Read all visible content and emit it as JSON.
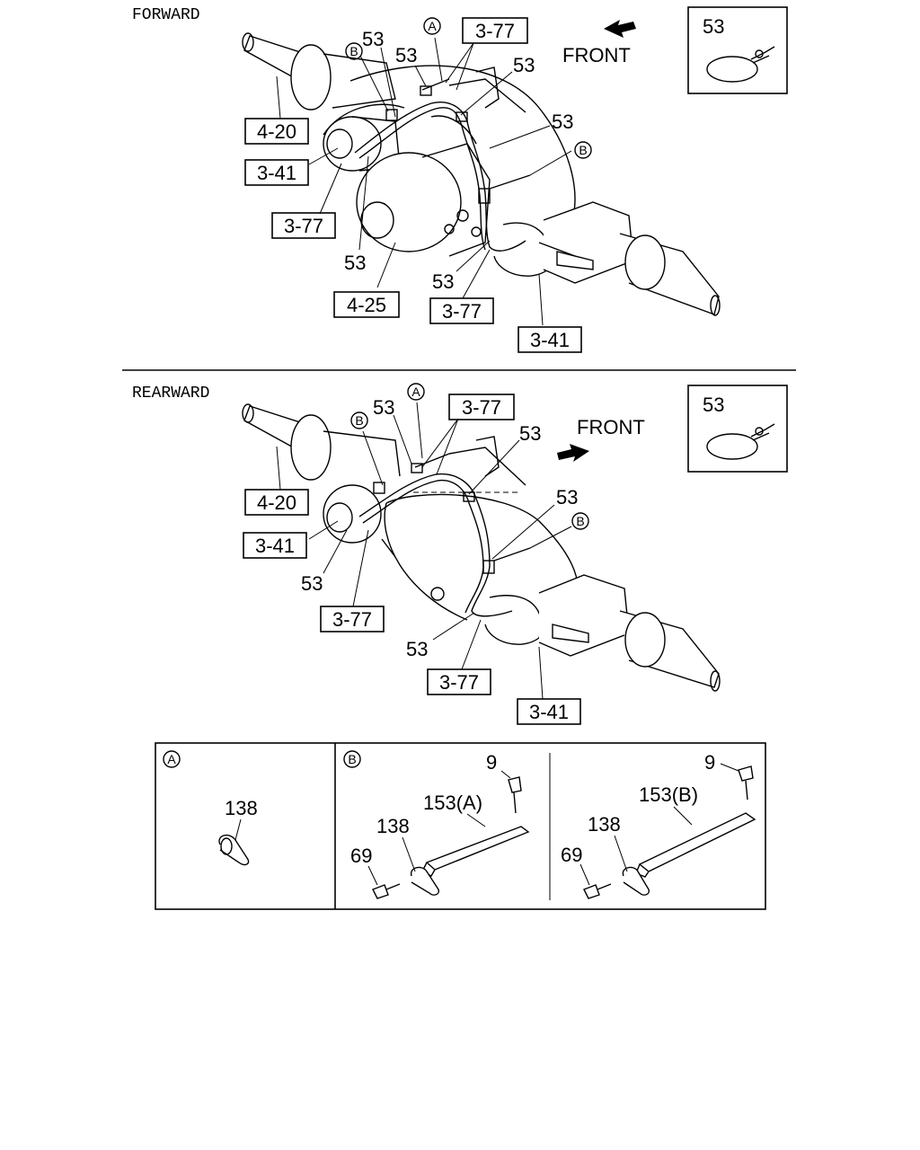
{
  "forward": {
    "title": "FORWARD",
    "front": "FRONT",
    "inset_part": "53",
    "part_53": "53",
    "refs": {
      "r420": "4-20",
      "r341a": "3-41",
      "r377a": "3-77",
      "r377top": "3-77",
      "r425": "4-25",
      "r377b": "3-77",
      "r341b": "3-41"
    },
    "markers": {
      "a": "A",
      "b1": "B",
      "b2": "B"
    }
  },
  "rearward": {
    "title": "REARWARD",
    "front": "FRONT",
    "inset_part": "53",
    "part_53": "53",
    "refs": {
      "r420": "4-20",
      "r341a": "3-41",
      "r377a": "3-77",
      "r377top": "3-77",
      "r377b": "3-77",
      "r341b": "3-41"
    },
    "markers": {
      "a": "A",
      "b1": "B",
      "b2": "B"
    }
  },
  "details": {
    "a": {
      "marker": "A",
      "clip": "138"
    },
    "b": {
      "marker": "B",
      "left": {
        "bolt": "9",
        "bracket": "153(A)",
        "clip": "138",
        "screw": "69"
      },
      "right": {
        "bolt": "9",
        "bracket": "153(B)",
        "clip": "138",
        "screw": "69"
      }
    }
  }
}
